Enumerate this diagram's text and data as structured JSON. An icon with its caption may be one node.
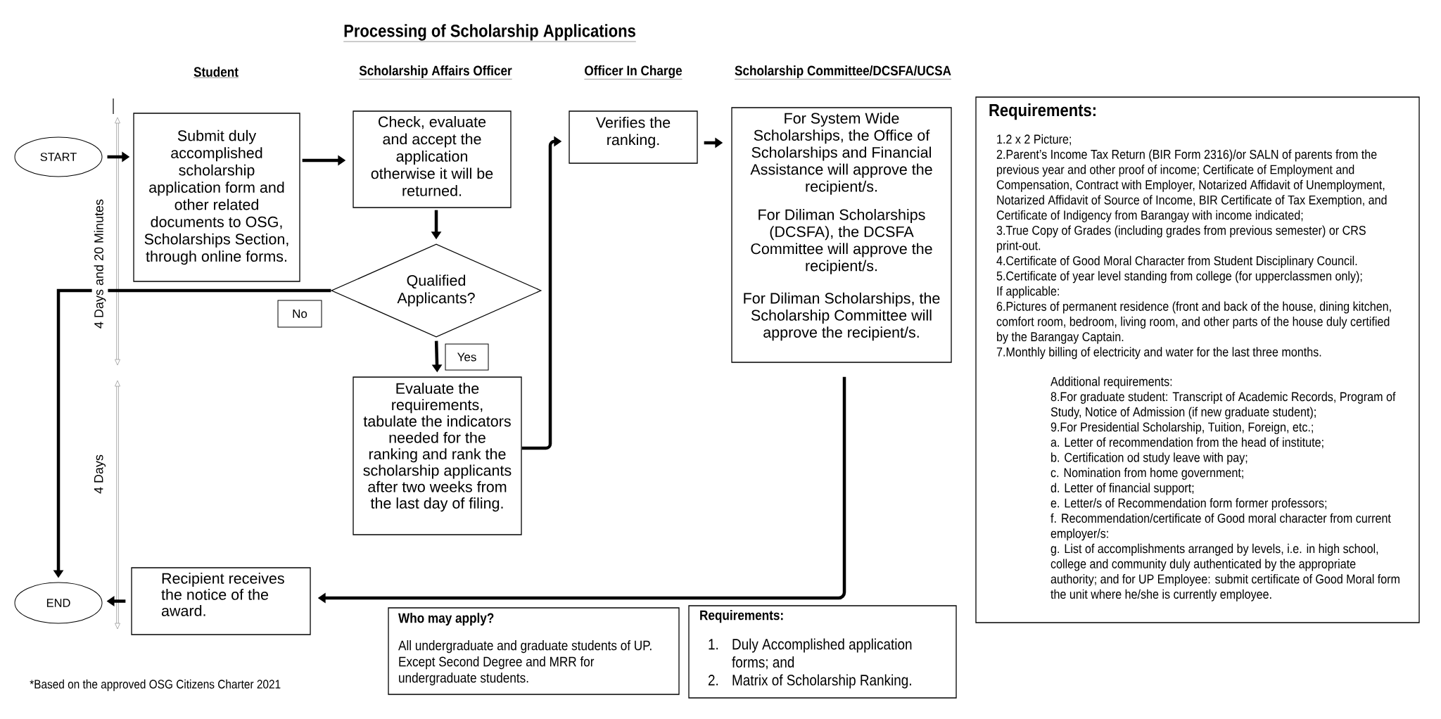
{
  "diagram": {
    "title": "Processing of Scholarship Applications",
    "nodes": [
      {
        "text": [
          "START"
        ]
      },
      {
        "text": [
          "Submit duly accomplished scholarship application form and other related documents to OSG, Scholarships Section, through online forms."
        ]
      },
      {
        "text": [
          "Check, evaluate and accept the application otherwise it will be returned."
        ]
      },
      {
        "text": [
          "Qualified Applicants?"
        ]
      },
      {
        "text": [
          "Evaluate the requirements, tabulate the indicators needed for the ranking and rank the scholarship applicants after two weeks from the last day of filing."
        ]
      },
      {
        "text": [
          "Verifies the ranking."
        ]
      },
      {
        "text": [
          "For System Wide Scholarships, the Office of Scholarships and Financial Assistance will approve the recipient/s.",
          "For Diliman Scholarships (DCSFA), the DCSFA Committee will approve the recipient/s.",
          "For Diliman Scholarships, the Scholarship Committee will approve the recipient/s."
        ]
      },
      {
        "text": [
          "Recipient receives the notice of the award."
        ]
      },
      {
        "text": [
          "END"
        ]
      },
      {
        "text": [
          "Who may apply?",
          "All undergraduate and graduate students of UP. Except Second Degree and MRR for undergraduate students."
        ]
      },
      {
        "text": [
          "Requirements:",
          "1.",
          "Duly Accomplished application forms; and",
          "2.",
          "Matrix of Scholarship Ranking."
        ]
      },
      {
        "text": [
          "Requirements:",
          "1.2 x 2 Picture;",
          "2.Parent’s Income Tax Return (BIR Form 2316)/or SALN of parents from the previous year and other proof of income; Certificate of Employment and Compensation, Contract with Employer, Notarized Affidavit of Unemployment, Notarized Affidavit of Source of Income, BIR Certificate of Tax Exemption, and Certificate of Indigency from Barangay with income indicated;",
          "3.True Copy of Grades (including grades from previous semester) or CRS print-out.",
          "4.Certificate of Good Moral Character from Student Disciplinary Council.",
          "5.Certificate of year level standing from college (for upperclassmen only);",
          "If applicable:",
          "6.Pictures of permanent residence (front and back of the house, dining kitchen, comfort room, bedroom, living room, and other parts of the house duly certified by the Barangay Captain.",
          "7.Monthly billing of electricity and water for the last three months.",
          "Additional requirements:",
          "8.For graduate student: Transcript of Academic Records, Program of Study, Notice of Admission (if new graduate student);",
          "9.For Presidential Scholarship, Tuition, Foreign, etc.;",
          "a. Letter of recommendation from the head of institute;",
          "b. Certification od study leave with pay;",
          "c. Nomination from home government;",
          "d. Letter of financial support;",
          "e. Letter/s of Recommendation form former professors;",
          "f. Recommendation/certificate of Good moral character from current employer/s:",
          "g. List of accomplishments arranged by levels, i.e. in high school, college and community duly authenticated by the appropriate authority; and for UP Employee: submit certificate of Good Moral form the unit where he/she is currently employee."
        ]
      }
    ],
    "edges": [
      {
        "from": 0,
        "to": 1,
        "arrow": "to"
      },
      {
        "from": 1,
        "to": 2,
        "arrow": "to"
      },
      {
        "from": 2,
        "to": 3,
        "arrow": "to"
      },
      {
        "from": 3,
        "to": 8,
        "label": "No",
        "arrow": "to"
      },
      {
        "from": 3,
        "to": 4,
        "label": "Yes",
        "arrow": "to"
      },
      {
        "from": 4,
        "to": 5,
        "arrow": "to"
      },
      {
        "from": 5,
        "to": 6,
        "arrow": "to"
      },
      {
        "from": 6,
        "to": 7,
        "arrow": "to"
      },
      {
        "from": 7,
        "to": 8,
        "arrow": "to"
      }
    ],
    "labels": [
      "Student",
      "Scholarship Affairs Officer",
      "Officer In Charge",
      "Scholarship Committee/DCSFA/UCSA",
      "4 Days and 20 Minutes",
      "4 Days",
      "*Based on the approved OSG Citizens Charter 2021"
    ]
  }
}
